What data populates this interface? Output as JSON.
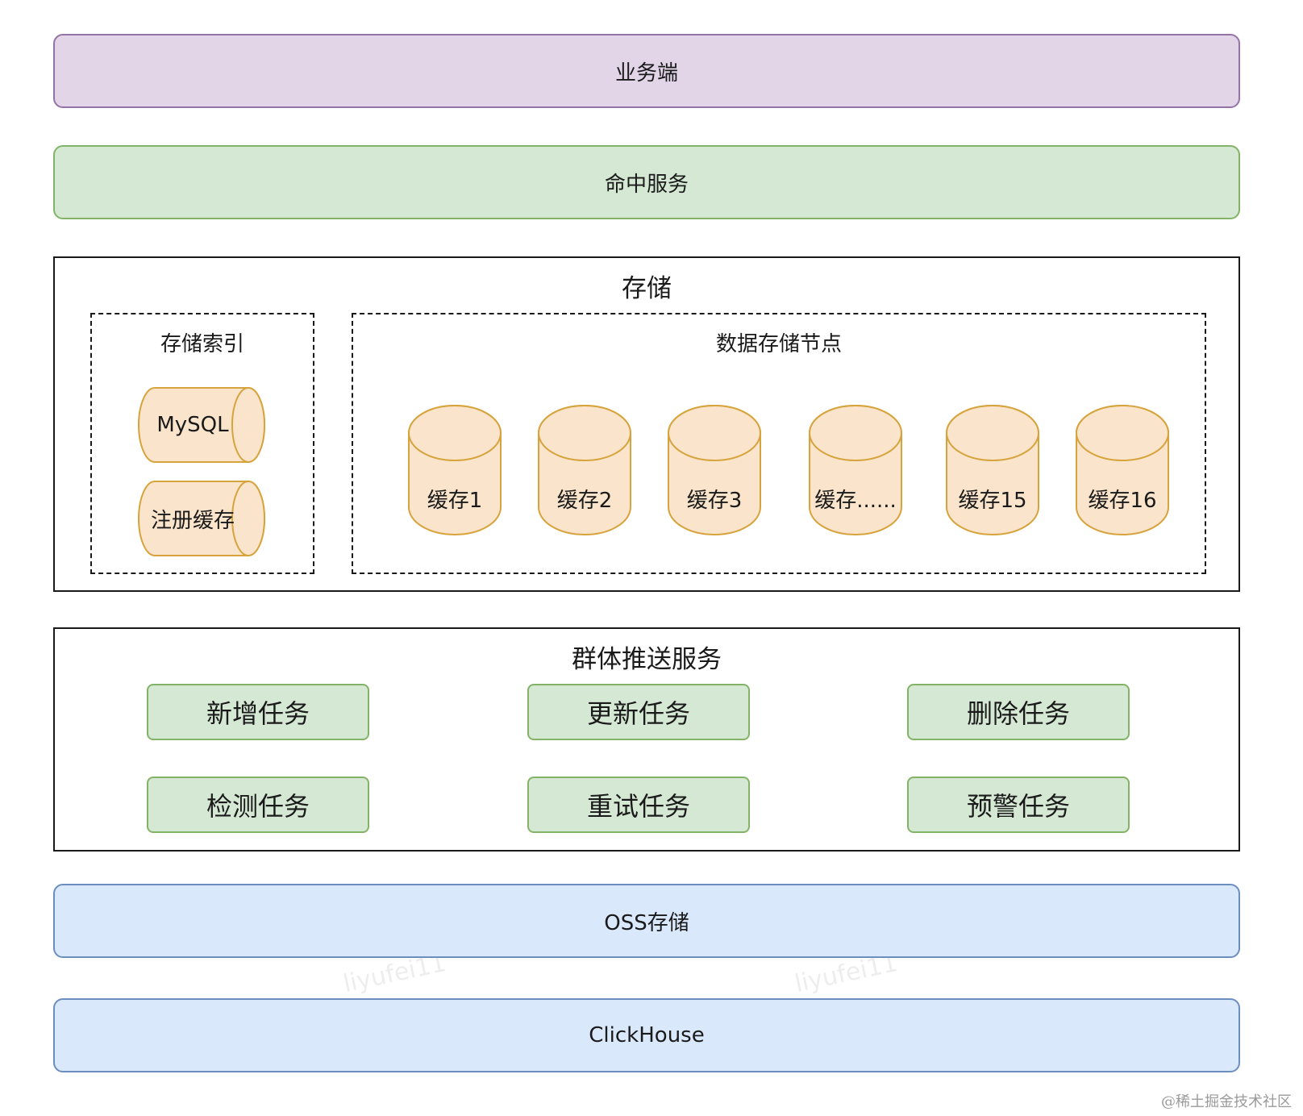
{
  "layers": {
    "business": "业务端",
    "hit_service": "命中服务",
    "oss": "OSS存储",
    "clickhouse": "ClickHouse"
  },
  "storage": {
    "title": "存储",
    "index": {
      "title": "存储索引",
      "items": [
        "MySQL",
        "注册缓存"
      ]
    },
    "nodes": {
      "title": "数据存储节点",
      "items": [
        "缓存1",
        "缓存2",
        "缓存3",
        "缓存......",
        "缓存15",
        "缓存16"
      ]
    }
  },
  "push_service": {
    "title": "群体推送服务",
    "tasks": [
      "新增任务",
      "更新任务",
      "删除任务",
      "检测任务",
      "重试任务",
      "预警任务"
    ]
  },
  "watermark": "liyufei11",
  "footer": "@稀土掘金技术社区",
  "colors": {
    "business_fill": "#e1d5e7",
    "service_fill": "#d5e8d4",
    "cylinder_fill": "#fae5cc",
    "cylinder_stroke": "#d6a33c",
    "bottom_fill": "#dae8fc"
  }
}
